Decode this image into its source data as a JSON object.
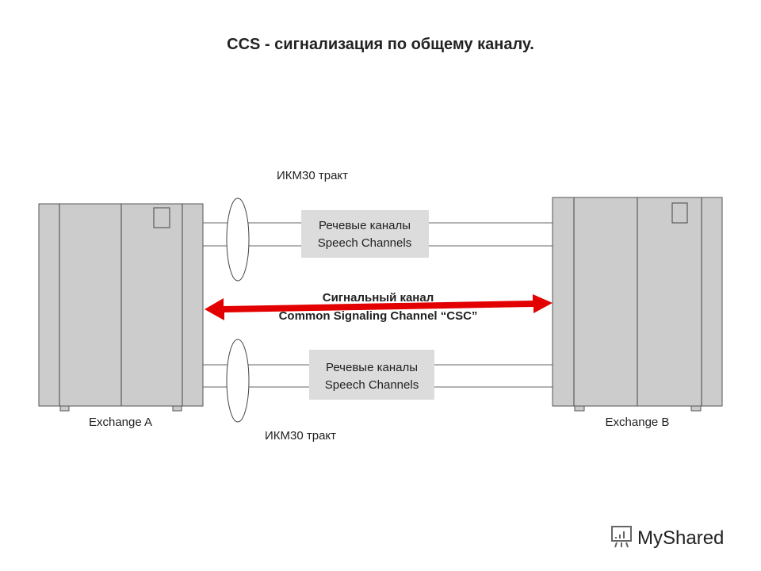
{
  "title": "CCS  - сигнализация по общему каналу.",
  "exchange_a": "Exchange A",
  "exchange_b": "Exchange B",
  "trunk_top": "ИКМ30 тракт",
  "trunk_bottom": "ИКМ30 тракт",
  "speech_top": {
    "line1": "Речевые каналы",
    "line2": "Speech Channels"
  },
  "speech_bottom": {
    "line1": "Речевые каналы",
    "line2": "Speech Channels"
  },
  "signaling": {
    "line1": "Сигнальный канал",
    "line2": "Common Signaling Channel “CSC”"
  },
  "watermark": "MyShared",
  "colors": {
    "cabinet": "#cccccc",
    "arrow": "#e30000",
    "label_box": "#dcdcdc"
  }
}
